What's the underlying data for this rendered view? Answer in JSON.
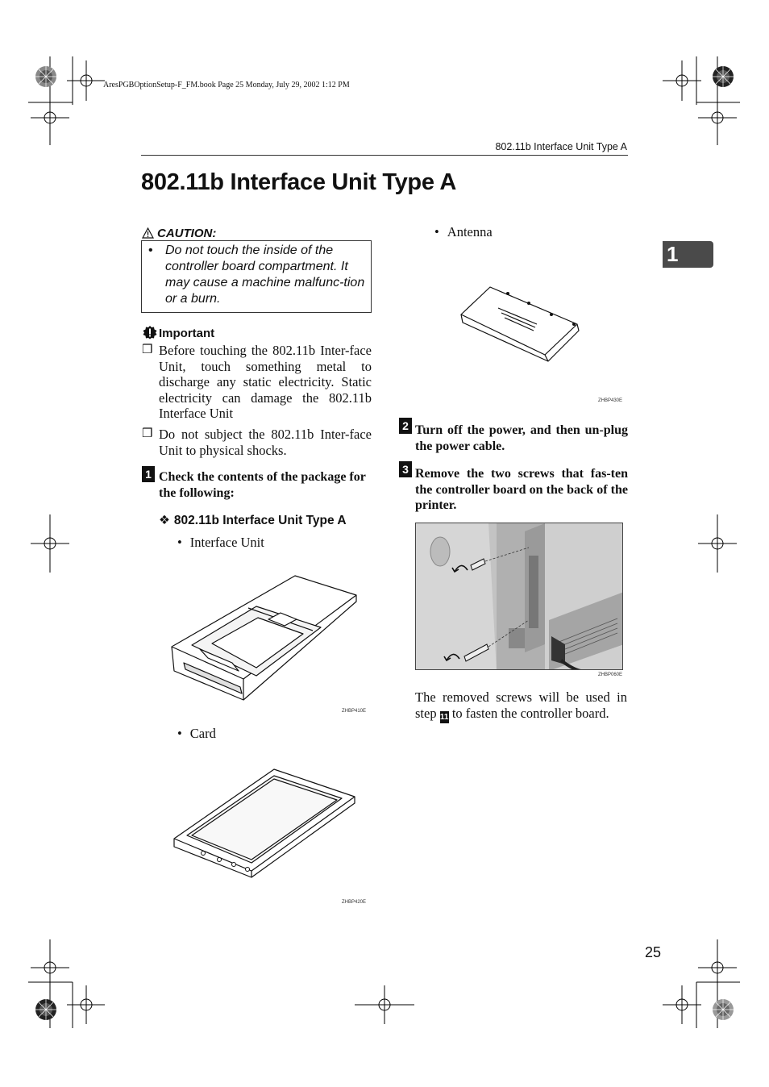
{
  "header": {
    "book_info": "AresPGBOptionSetup-F_FM.book  Page 25  Monday, July 29, 2002  1:12 PM",
    "running_head": "802.11b Interface Unit Type A"
  },
  "chapter_tab": "1",
  "title": "802.11b Interface Unit Type A",
  "caution": {
    "label": "CAUTION:",
    "bullet": "•",
    "text": "Do not touch the inside of the controller board compartment. It may cause a machine malfunc-tion or a burn."
  },
  "important": {
    "label": "Important",
    "items": [
      {
        "mark": "❒",
        "text": "Before touching the 802.11b Inter-face Unit, touch something metal to discharge any static electricity. Static electricity can damage the 802.11b Interface Unit"
      },
      {
        "mark": "❒",
        "text": "Do not subject the 802.11b Inter-face Unit to physical shocks."
      }
    ]
  },
  "steps": [
    {
      "number": "1",
      "text": "Check the contents of the package for the following:"
    },
    {
      "number": "2",
      "text": "Turn off the power, and then un-plug the power cable."
    },
    {
      "number": "3",
      "text": "Remove the two screws that fas-ten the controller board on the back of the printer."
    }
  ],
  "package": {
    "heading_symbol": "❖",
    "heading": "802.11b Interface Unit Type A",
    "items": [
      {
        "bullet": "•",
        "label": "Interface Unit",
        "caption": "ZHBP410E"
      },
      {
        "bullet": "•",
        "label": "Card",
        "caption": "ZHBP420E"
      },
      {
        "bullet": "•",
        "label": "Antenna",
        "caption": "ZHBP430E"
      }
    ]
  },
  "screw_figure": {
    "caption": "ZHBP060E"
  },
  "after_text": {
    "before": "The removed screws will be used in step",
    "step_ref": "11",
    "after": "to fasten the controller board."
  },
  "page_number": "25"
}
